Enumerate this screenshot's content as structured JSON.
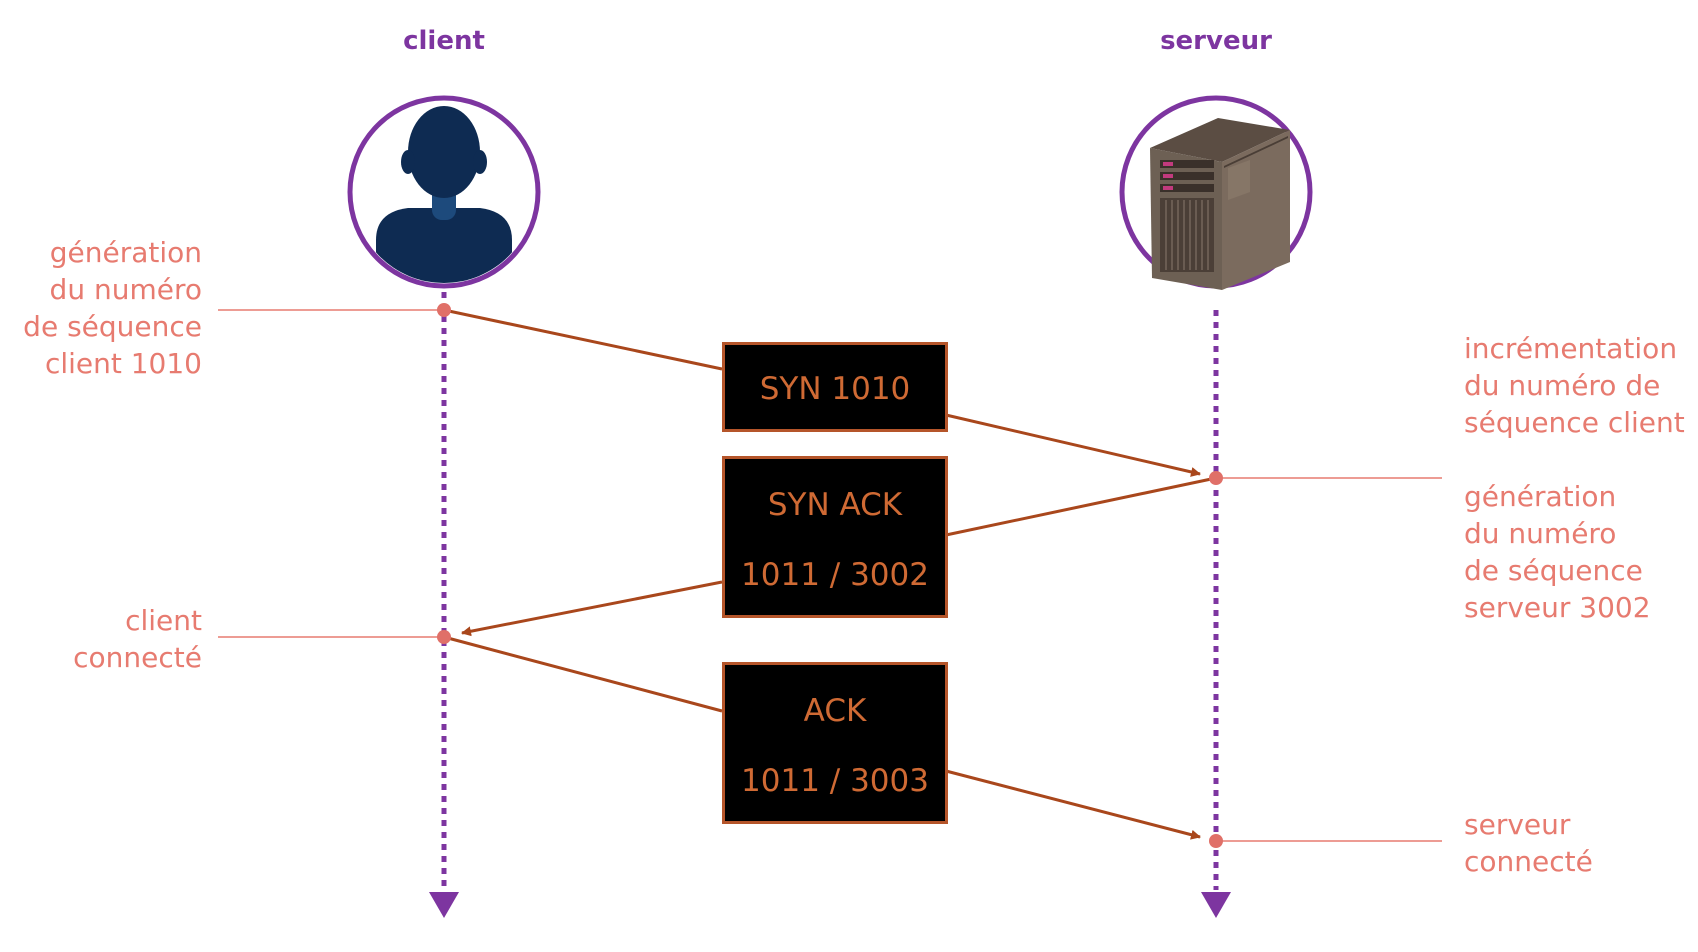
{
  "actors": {
    "client": {
      "label": "client",
      "icon": "person-icon"
    },
    "server": {
      "label": "serveur",
      "icon": "server-icon"
    }
  },
  "messages": [
    {
      "lines": [
        "SYN 1010"
      ]
    },
    {
      "lines": [
        "SYN ACK",
        "1011 / 3002"
      ]
    },
    {
      "lines": [
        "ACK",
        "1011 / 3003"
      ]
    }
  ],
  "notes": {
    "client_seq": [
      "génération",
      "du numéro",
      "de séquence",
      "client 1010"
    ],
    "client_connected": [
      "client",
      "connecté"
    ],
    "server_increment": [
      "incrémentation",
      "du numéro de",
      "séquence client"
    ],
    "server_seq": [
      "génération",
      "du numéro",
      "de séquence",
      "serveur 3002"
    ],
    "server_connected": [
      "serveur",
      "connecté"
    ]
  },
  "colors": {
    "lifeline": "#7d35a0",
    "arrow": "#a9471c",
    "note_text": "#e77b70",
    "event_dot": "#e07068",
    "box_bg": "#000000",
    "box_text": "#cf6a34"
  }
}
